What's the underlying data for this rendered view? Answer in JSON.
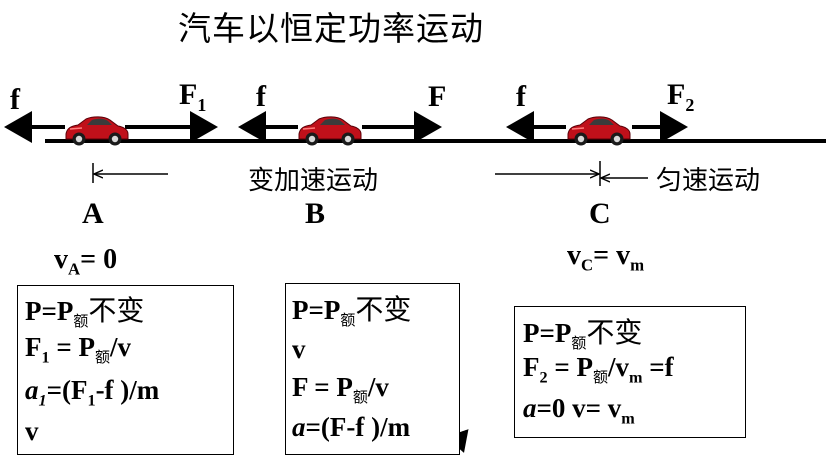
{
  "title": "汽车以恒定功率运动",
  "forces": {
    "A_left": "f",
    "A_right_base": "F",
    "A_right_sub": "1",
    "B_left": "f",
    "B_right": "F",
    "C_left": "f",
    "C_right_base": "F",
    "C_right_sub": "2"
  },
  "motion": {
    "accelerating": "变加速运动",
    "uniform": "匀速运动"
  },
  "points": {
    "A": "A",
    "B": "B",
    "C": "C"
  },
  "velocities": {
    "A_base": "v",
    "A_sub": "A",
    "A_rest": "= 0",
    "C_base": "v",
    "C_sub": "C",
    "C_eq": "= v",
    "C_sub2": "m"
  },
  "box_A": {
    "l1_a": "P=P",
    "l1_sub": "额",
    "l1_b": "不变",
    "l2_a": "F",
    "l2_sub1": "1",
    "l2_b": " = P",
    "l2_sub2": "额",
    "l2_c": "/v",
    "l3_a": "a",
    "l3_sub1": "1",
    "l3_b": "=(F",
    "l3_sub2": "1",
    "l3_c": "-f )/m",
    "l4": "v"
  },
  "box_B": {
    "l1_a": "P=P",
    "l1_sub": "额",
    "l1_b": "不变",
    "l2": "v",
    "l3_a": "F = P",
    "l3_sub": "额",
    "l3_b": "/v",
    "l4_a": "a",
    "l4_b": "=(F-f )/m"
  },
  "box_C": {
    "l1_a": "P=P",
    "l1_sub": "额",
    "l1_b": "不变",
    "l2_a": "F",
    "l2_sub1": "2",
    "l2_b": " = P",
    "l2_sub2": "额",
    "l2_c": "/v",
    "l2_sub3": "m",
    "l2_d": " =f",
    "l3_a": "a",
    "l3_b": "=0  v= v",
    "l3_sub": "m"
  },
  "colors": {
    "car_body": "#c0101a",
    "ink": "#000000"
  }
}
